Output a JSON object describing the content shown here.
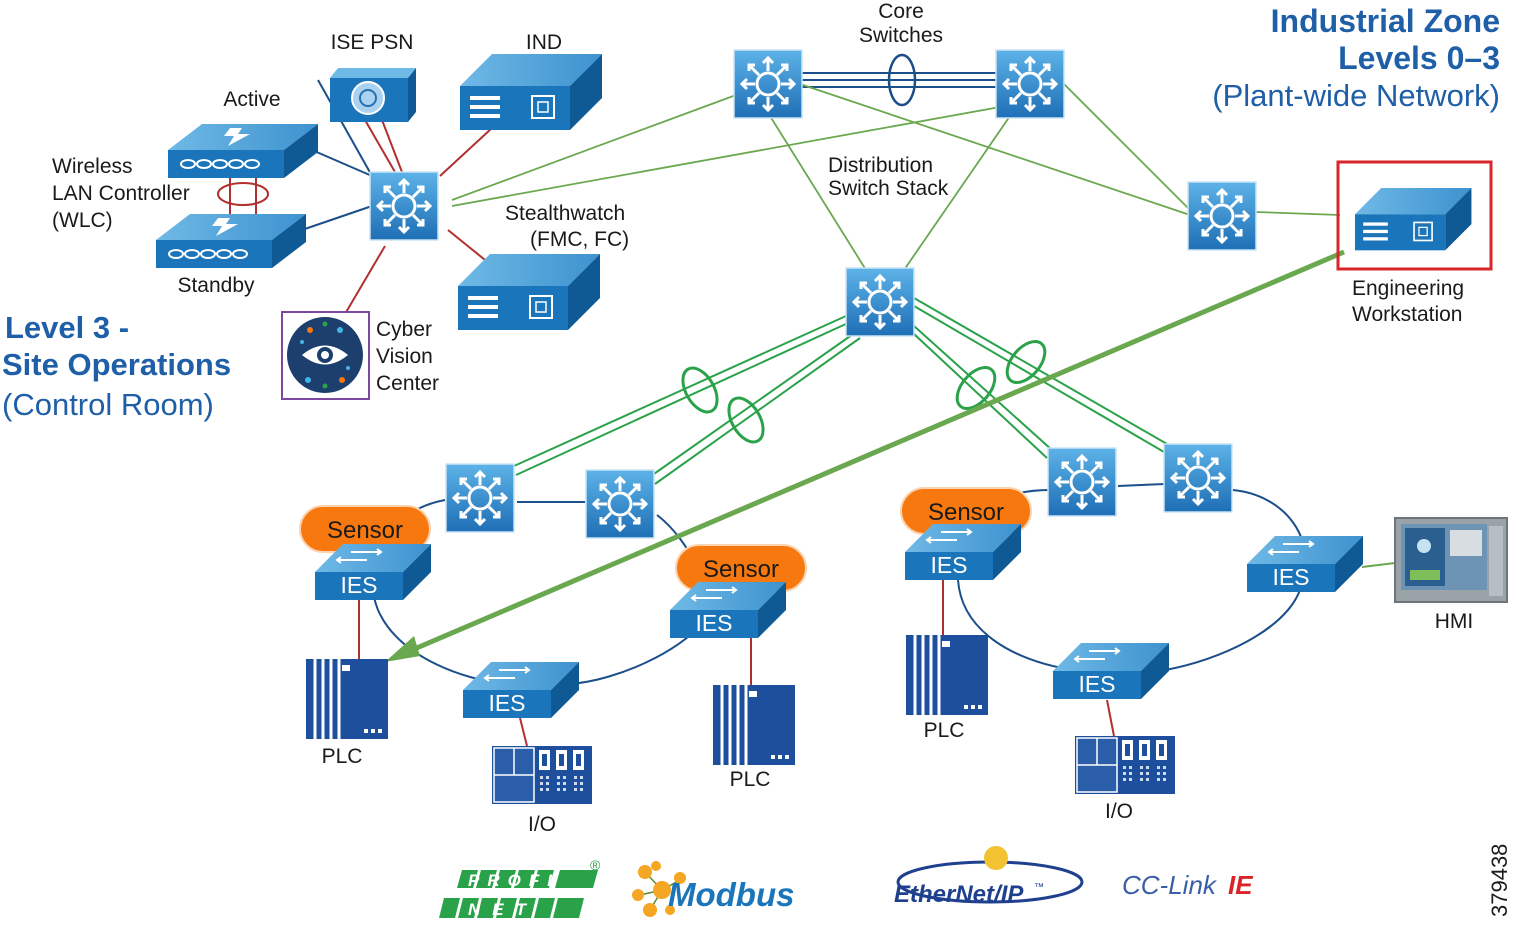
{
  "zone": {
    "title_line1": "Industrial Zone",
    "title_line2": "Levels 0–3",
    "subtitle": "(Plant-wide Network)"
  },
  "level": {
    "title_line1": "Level 3 -",
    "title_line2": "Site Operations",
    "subtitle": "(Control Room)"
  },
  "labels": {
    "core_line1": "Core",
    "core_line2": "Switches",
    "ise_psn": "ISE PSN",
    "ind": "IND",
    "active": "Active",
    "wlc_line1": "Wireless",
    "wlc_line2": "LAN Controller",
    "wlc_line3": "(WLC)",
    "standby": "Standby",
    "stealthwatch_line1": "Stealthwatch",
    "stealthwatch_line2": "(FMC, FC)",
    "cyber_line1": "Cyber",
    "cyber_line2": "Vision",
    "cyber_line3": "Center",
    "dist_line1": "Distribution",
    "dist_line2": "Switch Stack",
    "eng_line1": "Engineering",
    "eng_line2": "Workstation",
    "hmi": "HMI",
    "plc_left": "PLC",
    "plc_mid": "PLC",
    "plc_right": "PLC",
    "io_left": "I/O",
    "io_right": "I/O",
    "ies": "IES",
    "sensor": "Sensor"
  },
  "protocols": {
    "profinet_top": "PROFI",
    "profinet_bottom": "NET",
    "profinet_mark": "®",
    "modbus": "Modbus",
    "ethernetip": "EtherNet/IP",
    "ethernetip_mark": "™",
    "cclink": "CC-Link",
    "cclink_ie": "IE"
  },
  "figure_id": "379438",
  "colors": {
    "zone_blue": "#1f5fa8",
    "device_blue": "#1b75bb",
    "switch_blue": "#3b95d3",
    "link_green": "#2aa24a",
    "link_navy": "#1b4f8a",
    "link_red": "#b03030",
    "sensor_orange": "#f7780f",
    "highlight_red": "#d9252a",
    "cyber_purple": "#7b4a9e",
    "flow_green": "#6aa84f"
  },
  "icons": [
    "router-icon",
    "wlc-icon",
    "appliance-icon",
    "ies-switch-icon",
    "plc-icon",
    "io-module-icon",
    "hmi-panel-icon",
    "cyber-vision-eye-icon",
    "ise-globe-icon"
  ]
}
